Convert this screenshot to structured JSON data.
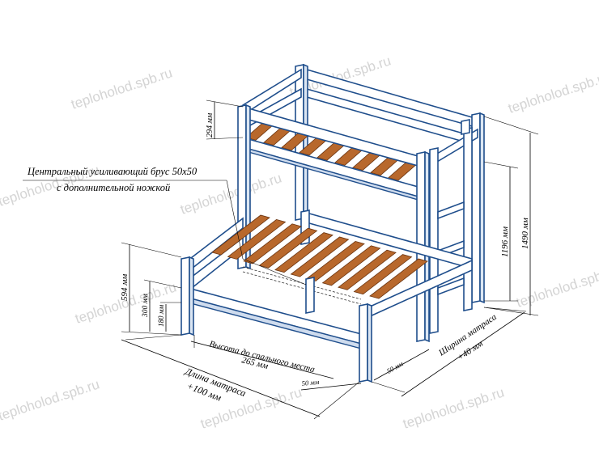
{
  "watermark": "teploholod.spb.ru",
  "callout": {
    "line1": "Центральный усиливающий брус 50х50",
    "line2": "с дополнительной ножкой"
  },
  "dimensions": {
    "top_gap": "294 мм",
    "lower_side_height": "594 мм",
    "lower_mid_height": "300 мм",
    "leg_height": "180 мм",
    "total_to_upper": "1196 мм",
    "total_height": "1490 мм",
    "sleep_height_label": "Высота до спального места",
    "sleep_height_value": "265 мм",
    "mattress_length_label": "Длина матраса",
    "mattress_length_value": "+100 мм",
    "post_a": "50 мм",
    "post_b": "50 мм",
    "mattress_width_label": "Ширина матраса",
    "mattress_width_value": "+40 мм"
  },
  "colors": {
    "frame_stroke": "#1f4e8c",
    "slat_fill": "#b8682c"
  }
}
